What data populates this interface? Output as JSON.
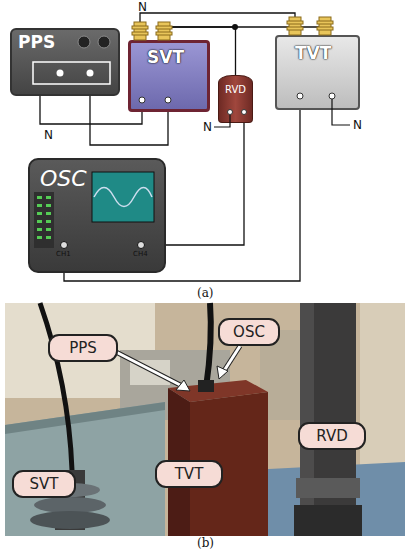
{
  "diagram": {
    "nodes": [
      {
        "text": [
          "PPS"
        ]
      },
      {
        "text": [
          "SVT"
        ]
      },
      {
        "text": [
          "RVD"
        ]
      },
      {
        "text": [
          "TVT"
        ]
      },
      {
        "text": [
          "OSC"
        ]
      },
      {
        "text": [
          "PPS"
        ]
      },
      {
        "text": [
          "OSC"
        ]
      },
      {
        "text": [
          "RVD"
        ]
      },
      {
        "text": [
          "TVT"
        ]
      },
      {
        "text": [
          "SVT"
        ]
      }
    ],
    "edges": [
      {
        "from": 0,
        "to": 1,
        "arrow": "none"
      },
      {
        "from": 0,
        "to": 1,
        "arrow": "none"
      },
      {
        "from": 1,
        "to": 3,
        "arrow": "none"
      },
      {
        "from": 1,
        "to": 2,
        "arrow": "none"
      },
      {
        "from": 1,
        "to": 3,
        "arrow": "none"
      },
      {
        "from": 2,
        "to": 4,
        "arrow": "none"
      },
      {
        "from": 3,
        "to": 4,
        "arrow": "none"
      }
    ],
    "labels": [
      "N",
      "N",
      "N",
      "N",
      "CH1",
      "CH4",
      "(a)",
      "(b)"
    ]
  }
}
